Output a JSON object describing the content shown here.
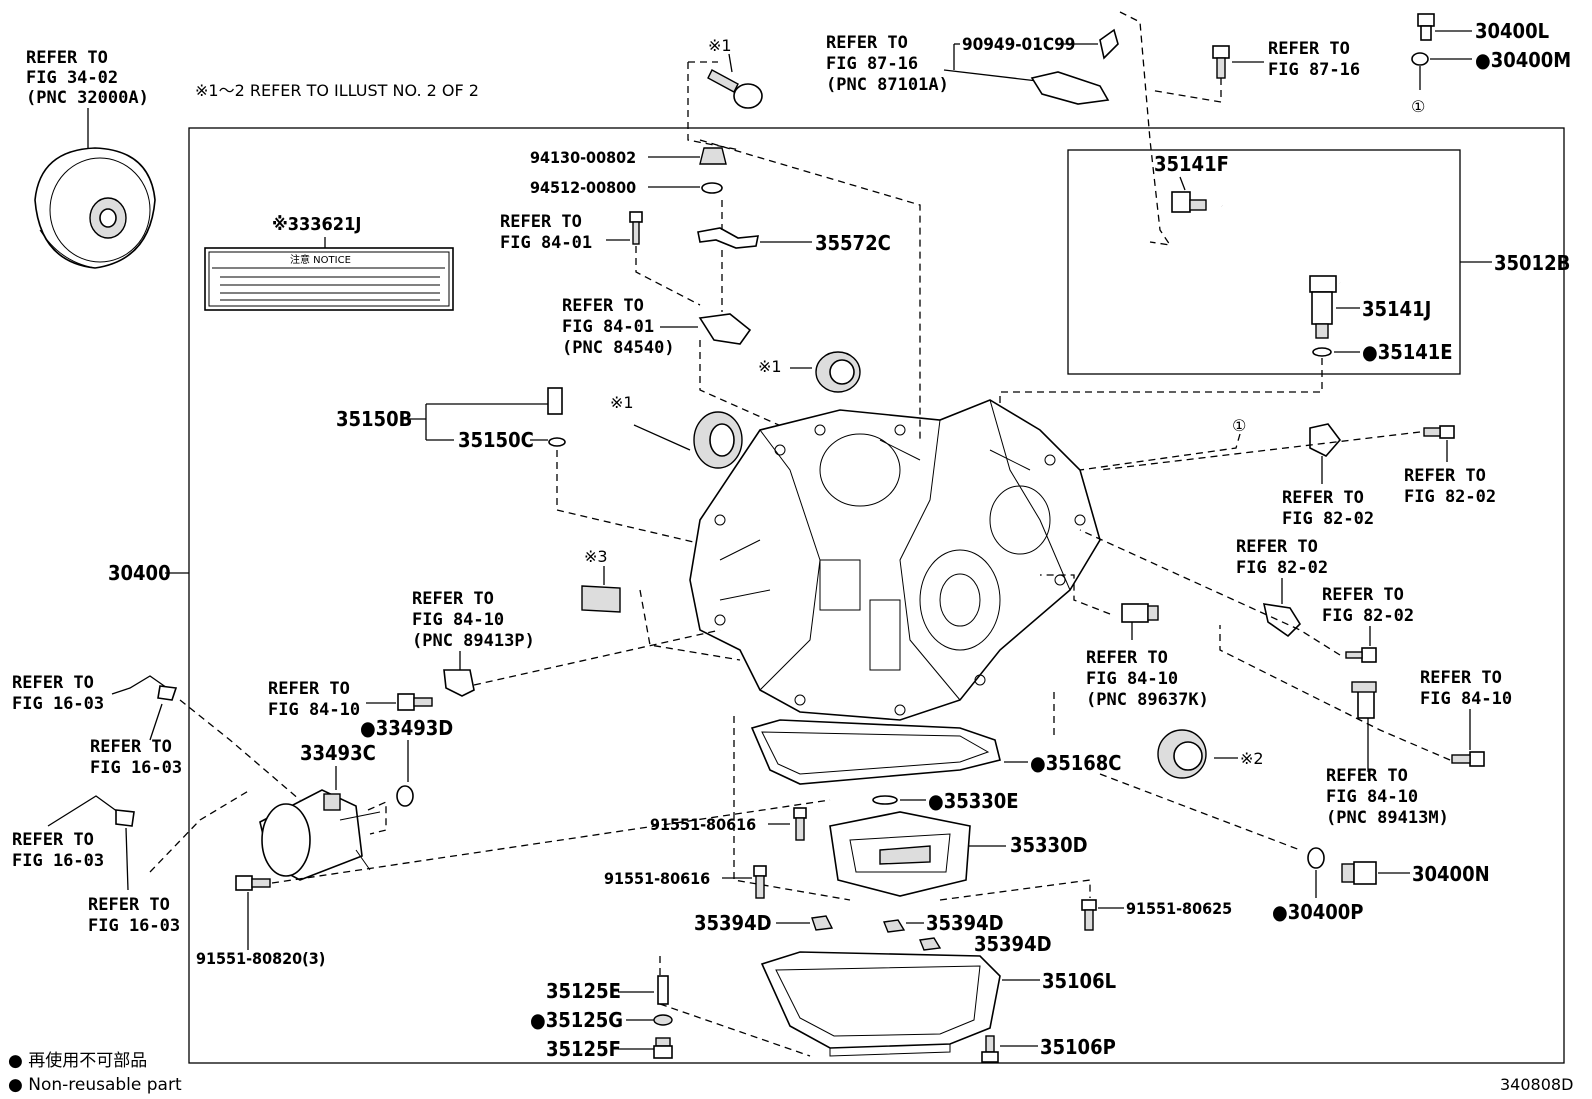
{
  "header": {
    "note": "※1～2 REFER TO ILLUST NO. 2 OF 2",
    "ref_top_left": [
      "REFER TO",
      "FIG 34-02",
      "(PNC 32000A)"
    ]
  },
  "parts": {
    "p30400L": "30400L",
    "p30400M": "●30400M",
    "p90949": "90949-01C99",
    "ref_87_16a": [
      "REFER TO",
      "FIG 87-16",
      "(PNC 87101A)"
    ],
    "ref_87_16b": [
      "REFER TO",
      "FIG 87-16"
    ],
    "star1_top": "※1",
    "circ1_top": "①",
    "p94130": "94130-00802",
    "p94512": "94512-00800",
    "ref_84_01a": [
      "REFER TO",
      "FIG 84-01"
    ],
    "p35572C": "35572C",
    "ref_84_01b": [
      "REFER TO",
      "FIG 84-01",
      "(PNC 84540)"
    ],
    "star1_mid": "※1",
    "star1_low": "※1",
    "p33621J": "※333621J",
    "notice": "注意 NOTICE",
    "p35141F": "35141F",
    "p35012B": "35012B",
    "p35141J": "35141J",
    "p35141E": "●35141E",
    "p35150B": "35150B",
    "p35150C": "35150C",
    "circ1_mid": "①",
    "ref_82_02a": [
      "REFER TO",
      "FIG 82-02"
    ],
    "ref_82_02b": [
      "REFER TO",
      "FIG 82-02"
    ],
    "ref_82_02c": [
      "REFER TO",
      "FIG 82-02"
    ],
    "ref_82_02d": [
      "REFER TO",
      "FIG 82-02"
    ],
    "p30400": "30400",
    "star3": "※3",
    "ref_84_10a": [
      "REFER TO",
      "FIG 84-10",
      "(PNC 89413P)"
    ],
    "ref_84_10b": [
      "REFER TO",
      "FIG 84-10",
      "(PNC 89637K)"
    ],
    "ref_84_10c": [
      "REFER TO",
      "FIG 84-10"
    ],
    "ref_84_10d": [
      "REFER TO",
      "FIG 84-10"
    ],
    "ref_84_10e": [
      "REFER TO",
      "FIG 84-10",
      "(PNC 89413M)"
    ],
    "ref_16_03a": [
      "REFER TO",
      "FIG 16-03"
    ],
    "ref_16_03b": [
      "REFER TO",
      "FIG 16-03"
    ],
    "ref_16_03c": [
      "REFER TO",
      "FIG 16-03"
    ],
    "ref_16_03d": [
      "REFER TO",
      "FIG 16-03"
    ],
    "p33493D": "●33493D",
    "p33493C": "33493C",
    "p35168C": "●35168C",
    "star2": "※2",
    "p35330E": "●35330E",
    "p91551_80616a": "91551-80616",
    "p35330D": "35330D",
    "p91551_80616b": "91551-80616",
    "p30400N": "30400N",
    "p30400P": "●30400P",
    "p91551_80625": "91551-80625",
    "p91551_80820": "91551-80820(3)",
    "p35394Da": "35394D",
    "p35394Db": "35394D",
    "p35394Dc": "35394D",
    "p35106L": "35106L",
    "p35125E": "35125E",
    "p35125G": "●35125G",
    "p35125F": "35125F",
    "p35106P": "35106P"
  },
  "legend": {
    "jp": "● 再使用不可部品",
    "en": "● Non-reusable part"
  },
  "figure_id": "340808D"
}
